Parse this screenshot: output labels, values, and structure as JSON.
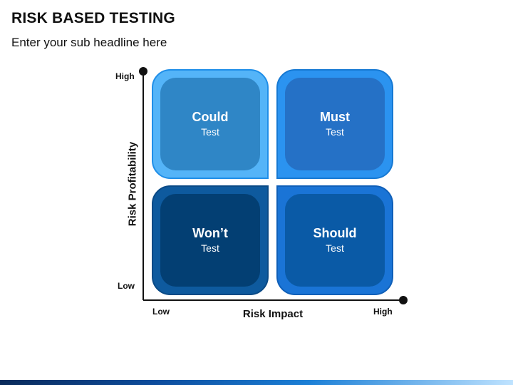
{
  "header": {
    "title": "RISK BASED TESTING",
    "subtitle": "Enter your sub headline here"
  },
  "axes": {
    "x_label": "Risk Impact",
    "y_label": "Risk Profitability",
    "x_low": "Low",
    "x_high": "High",
    "y_low": "Low",
    "y_high": "High"
  },
  "quadrants": {
    "top_left": {
      "main": "Could",
      "sub": "Test"
    },
    "top_right": {
      "main": "Must",
      "sub": "Test"
    },
    "bottom_left": {
      "main": "Won’t",
      "sub": "Test"
    },
    "bottom_right": {
      "main": "Should",
      "sub": "Test"
    }
  },
  "colors": {
    "could_outer": "#54b4f8",
    "must_outer": "#2b93f0",
    "wont_outer": "#0e5a9e",
    "should_outer": "#1a74d6"
  }
}
